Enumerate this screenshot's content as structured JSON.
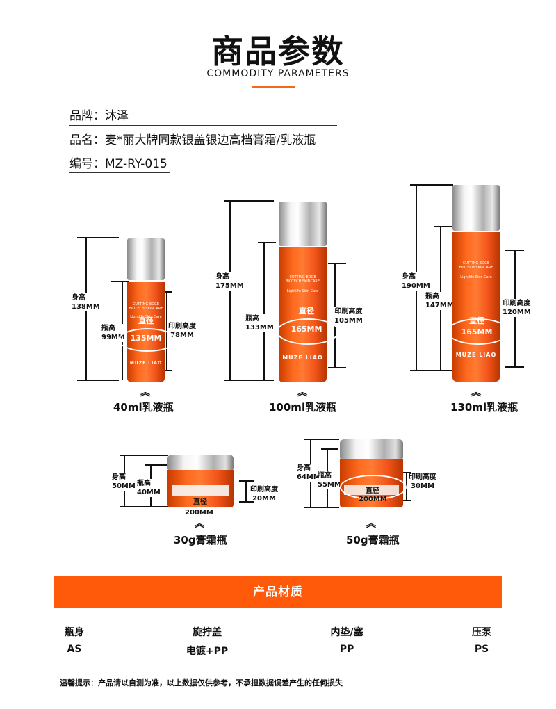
{
  "header": {
    "title_cn": "商品参数",
    "title_en": "COMMODITY PARAMETERS"
  },
  "info": {
    "brand": "品牌：沐泽",
    "name": "品名：麦*丽大牌同款银盖银边高档膏霜/乳液瓶",
    "code": "编号：MZ-RY-015"
  },
  "products": {
    "b40": {
      "caption": "40ml乳液瓶",
      "height": "身高\n138MM",
      "bottle_h": "瓶高\n99MM",
      "print_h": "印刷高度\n78MM",
      "diam_label": "直径",
      "diam_value": "135MM"
    },
    "b100": {
      "caption": "100ml乳液瓶",
      "height": "身高\n175MM",
      "bottle_h": "瓶高\n133MM",
      "print_h": "印刷高度\n105MM",
      "diam_label": "直径",
      "diam_value": "165MM"
    },
    "b130": {
      "caption": "130ml乳液瓶",
      "height": "身高\n190MM",
      "bottle_h": "瓶高\n147MM",
      "print_h": "印刷高度\n120MM",
      "diam_label": "直径",
      "diam_value": "165MM"
    },
    "j30": {
      "caption": "30g膏霜瓶",
      "height": "身高\n50MM",
      "bottle_h": "瓶高\n40MM",
      "print_h": "印刷高度\n20MM",
      "diam_label": "直径",
      "diam_value": "200MM"
    },
    "j50": {
      "caption": "50g膏霜瓶",
      "height": "身高\n64MM",
      "bottle_h": "瓶高\n55MM",
      "print_h": "印刷高度\n30MM",
      "diam_label": "直径",
      "diam_value": "200MM"
    }
  },
  "bottle_print": {
    "line1": "CUTTING-EDGE",
    "line2": "BIOTECH SKINCARE",
    "line3": "Lightlife Skin Care",
    "brand": "MUZE  LIAO"
  },
  "materials": {
    "title": "产品材质",
    "items": [
      {
        "part": "瓶身",
        "material": "AS"
      },
      {
        "part": "旋拧盖",
        "material": "电镀+PP"
      },
      {
        "part": "内垫/塞",
        "material": "PP"
      },
      {
        "part": "压泵",
        "material": "PS"
      }
    ]
  },
  "note": "温馨提示：产品请以自测为准，以上数据仅供参考，不承担数据误差产生的任何损失",
  "icons": {
    "chevron": "double-chevron-up-icon"
  },
  "colors": {
    "accent": "#ff5a0a",
    "bottle": "#ff6a1e"
  }
}
